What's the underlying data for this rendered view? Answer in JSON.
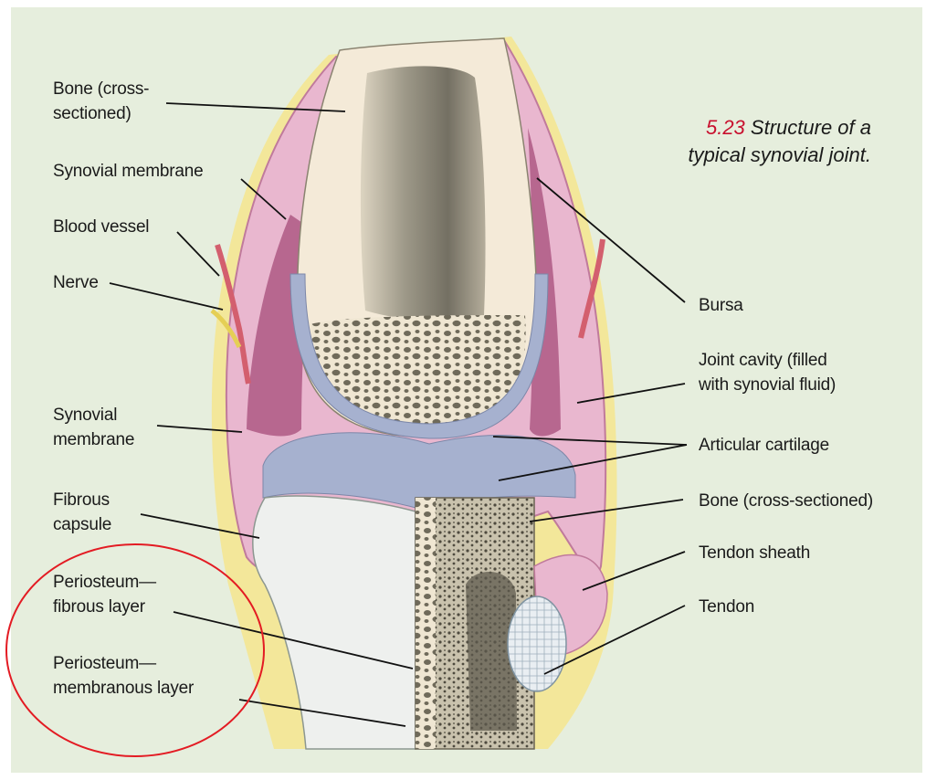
{
  "caption": {
    "number": "5.23",
    "title": "Structure of a\ntypical synovial joint."
  },
  "labels": {
    "bone_top": "Bone (cross-\nsectioned)",
    "synovial_membrane_top": "Synovial membrane",
    "blood_vessel": "Blood vessel",
    "nerve": "Nerve",
    "synovial_membrane_lower": "Synovial\nmembrane",
    "fibrous_capsule": "Fibrous\ncapsule",
    "periosteum_fibrous": "Periosteum—\nfibrous layer",
    "periosteum_membranous": "Periosteum—\nmembranous layer",
    "bursa": "Bursa",
    "joint_cavity": "Joint cavity (filled\nwith synovial fluid)",
    "articular_cartilage": "Articular cartilage",
    "bone_bottom": "Bone (cross-sectioned)",
    "tendon_sheath": "Tendon sheath",
    "tendon": "Tendon"
  },
  "colors": {
    "background": "#e6eedd",
    "capsule_pink": "#e9b7cf",
    "cavity_purple": "#b7678f",
    "cartilage_blue": "#a6b1cf",
    "bone_cream": "#f4ead8",
    "marrow_gray": "#8c8a78",
    "highlight_circle": "#e31b23",
    "caption_number": "#c8102e"
  }
}
